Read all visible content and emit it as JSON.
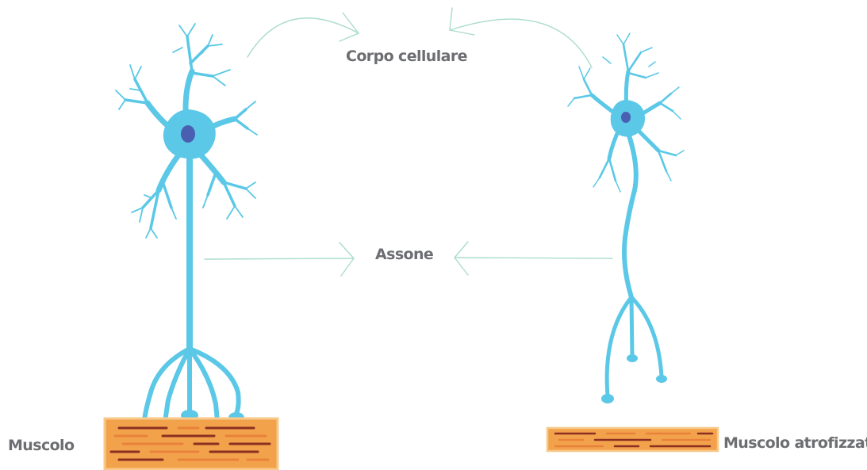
{
  "labels": {
    "cell_body": "Corpo cellulare",
    "axon": "Assone",
    "muscle": "Muscolo",
    "atrophied_muscle": "Muscolo atrofizzato"
  },
  "colors": {
    "neuron": "#5ac8e6",
    "nucleus": "#4a5fb0",
    "muscle_fill": "#f3a24c",
    "muscle_edge": "#f7c98a",
    "muscle_fiber_dark": "#8c2f22",
    "muscle_fiber_light": "#e8823a",
    "arrow": "#a9dccd",
    "label_text": "#6d6e71"
  }
}
